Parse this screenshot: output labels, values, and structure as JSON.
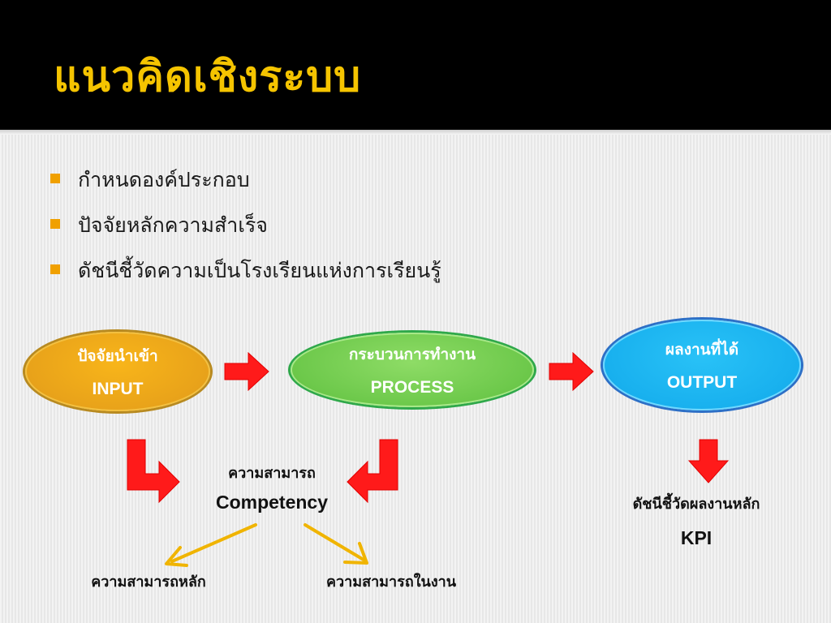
{
  "title": "แนวคิดเชิงระบบ",
  "bullets": [
    "กำหนดองค์ประกอบ",
    "ปัจจัยหลักความสำเร็จ",
    "ดัชนีชี้วัดความเป็นโรงเรียนแห่งการเรียนรู้"
  ],
  "nodes": {
    "input": {
      "label_th": "ปัจจัยนำเข้า",
      "label_en": "INPUT"
    },
    "process": {
      "label_th": "กระบวนการทำงาน",
      "label_en": "PROCESS"
    },
    "output": {
      "label_th": "ผลงานที่ได้",
      "label_en": "OUTPUT"
    }
  },
  "competency": {
    "label_th": "ความสามารถ",
    "label_en": "Competency"
  },
  "core_competency": "ความสามารถหลัก",
  "job_competency": "ความสามารถในงาน",
  "kpi": {
    "label_th": "ดัชนีชี้วัดผลงานหลัก",
    "label_en": "KPI"
  },
  "colors": {
    "title": "#f5c400",
    "bullet": "#f0a000",
    "input_fill": "#f0a91c",
    "process_fill": "#76cf52",
    "output_fill": "#18b4f0",
    "red_arrow": "#ff1a1a",
    "gold_arrow": "#f0b400"
  },
  "icons": [
    "right-arrow-icon",
    "elbow-arrow-icon",
    "down-arrow-icon",
    "diagonal-arrow-icon"
  ]
}
